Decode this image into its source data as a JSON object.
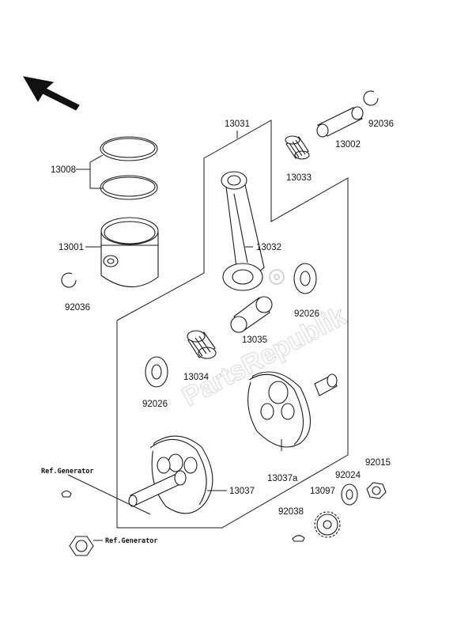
{
  "watermark": "PartsRepublik",
  "labels": {
    "p13031": "13031",
    "p13008": "13008",
    "p13001": "13001",
    "p92036_left": "92036",
    "p13033": "13033",
    "p13002": "13002",
    "p92036_right": "92036",
    "p13032": "13032",
    "p92026_right": "92026",
    "p13035": "13035",
    "p13034": "13034",
    "p92026_left": "92026",
    "p13037a": "13037a",
    "p13037": "13037",
    "p92015": "92015",
    "p92024": "92024",
    "p13097": "13097",
    "p92038": "92038"
  },
  "refs": {
    "generator_top": "Ref.Generator",
    "generator_bottom": "Ref.Generator"
  },
  "icons": {
    "direction": "front-direction-arrow-icon"
  }
}
